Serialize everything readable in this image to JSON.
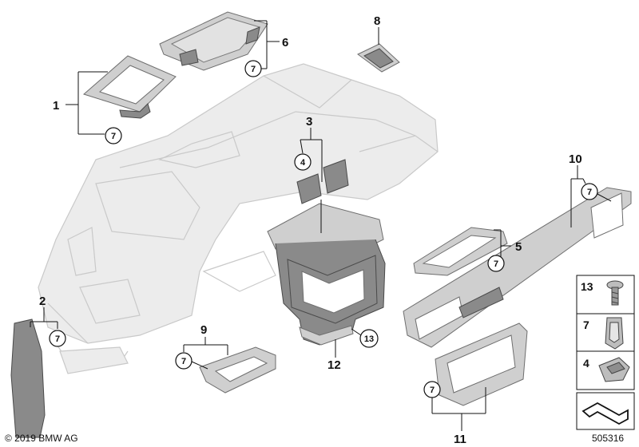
{
  "diagram": {
    "callouts": [
      {
        "id": "c1",
        "label": "1"
      },
      {
        "id": "c2",
        "label": "2"
      },
      {
        "id": "c3",
        "label": "3"
      },
      {
        "id": "c5",
        "label": "5"
      },
      {
        "id": "c6",
        "label": "6"
      },
      {
        "id": "c8",
        "label": "8"
      },
      {
        "id": "c9",
        "label": "9"
      },
      {
        "id": "c10",
        "label": "10"
      },
      {
        "id": "c11",
        "label": "11"
      },
      {
        "id": "c12",
        "label": "12"
      }
    ],
    "circled_refs": [
      {
        "id": "r7a",
        "label": "7"
      },
      {
        "id": "r7b",
        "label": "7"
      },
      {
        "id": "r4",
        "label": "4"
      },
      {
        "id": "r7c",
        "label": "7"
      },
      {
        "id": "r7d",
        "label": "7"
      },
      {
        "id": "r7e",
        "label": "7"
      },
      {
        "id": "r7f",
        "label": "7"
      },
      {
        "id": "r13",
        "label": "13"
      },
      {
        "id": "r7g",
        "label": "7"
      },
      {
        "id": "r7h",
        "label": "7"
      }
    ],
    "legend_panel": [
      {
        "label": "13"
      },
      {
        "label": "7"
      },
      {
        "label": "4"
      }
    ],
    "copyright": "© 2019 BMW AG",
    "diagram_number": "505316"
  }
}
